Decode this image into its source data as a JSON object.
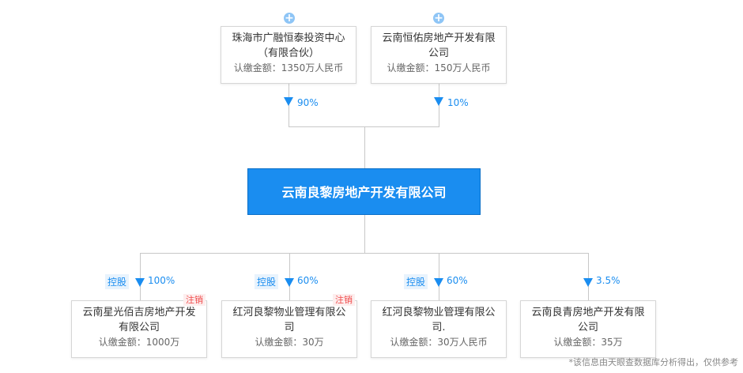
{
  "shareholders": [
    {
      "name_line1": "珠海市广融恒泰投资中心",
      "name_line2": "（有限合伙）",
      "amount": "认缴金额：1350万人民币",
      "percent": "90%"
    },
    {
      "name_line1": "云南恒佑房地产开发有限",
      "name_line2": "公司",
      "amount": "认缴金额：150万人民币",
      "percent": "10%"
    }
  ],
  "company": "云南良黎房地产开发有限公司",
  "investments": [
    {
      "name_line1": "云南星光佰吉房地产开发",
      "name_line2": "有限公司",
      "amount": "认缴金额：1000万",
      "percent": "100%",
      "tag": "控股",
      "status": "注销"
    },
    {
      "name_line1": "红河良黎物业管理有限公",
      "name_line2": "司",
      "amount": "认缴金额：30万",
      "percent": "60%",
      "tag": "控股",
      "status": "注销"
    },
    {
      "name_line1": "红河良黎物业管理有限公",
      "name_line2": "司.",
      "amount": "认缴金额：30万人民币",
      "percent": "60%",
      "tag": "控股"
    },
    {
      "name_line1": "云南良青房地产开发有限",
      "name_line2": "公司",
      "amount": "认缴金额：35万",
      "percent": "3.5%"
    }
  ],
  "footnote": "*该信息由天眼查数据库分析得出，仅供参考",
  "colors": {
    "accent": "#1a8df0",
    "cancel": "#f04a4a"
  }
}
